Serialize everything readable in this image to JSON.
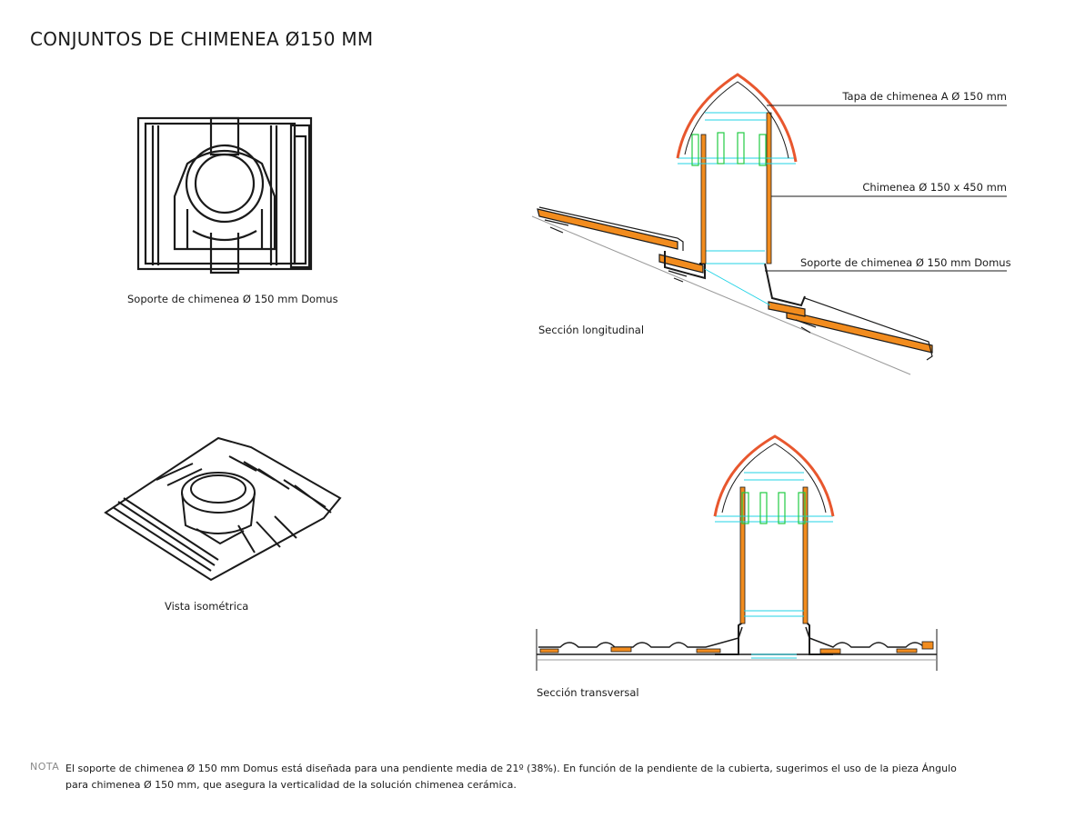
{
  "title": "CONJUNTOS DE CHIMENEA Ø150 MM",
  "views": {
    "top": {
      "caption": "Soporte de chimenea Ø 150 mm Domus"
    },
    "isometric": {
      "caption": "Vista isométrica"
    },
    "longitudinal": {
      "caption": "Sección longitudinal",
      "labels": {
        "cap": "Tapa de chimenea A Ø 150 mm",
        "chimney": "Chimenea Ø 150 x 450 mm",
        "support": "Soporte de chimenea Ø 150 mm Domus"
      }
    },
    "transversal": {
      "caption": "Sección transversal"
    }
  },
  "note": {
    "label": "NOTA",
    "text": "El soporte de chimenea Ø 150 mm Domus está diseñada para una pendiente media de 21º (38%). En función de la pendiente de la cubierta, sugerimos el uso de la pieza Ángulo para chimenea Ø 150 mm, que asegura la verticalidad de la solución chimenea cerámica."
  },
  "colors": {
    "ceramic": "#f28c1e",
    "cap": "#e8572e",
    "glass": "#22d3e6",
    "vent": "#22cc44",
    "line": "#1a1a1a"
  }
}
